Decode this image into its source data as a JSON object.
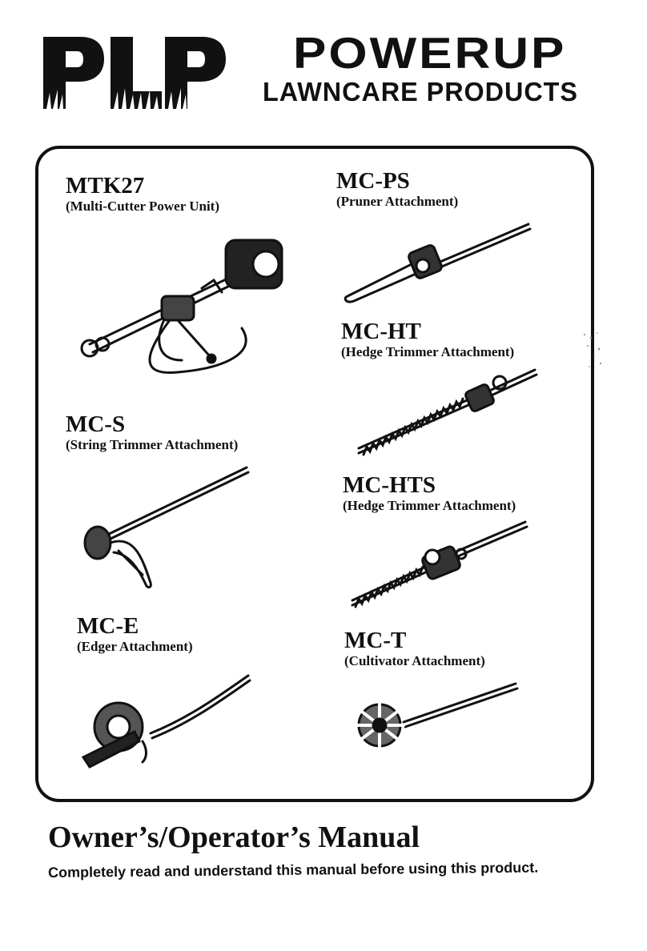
{
  "header": {
    "logo_text": "PLP",
    "brand_line1": "POWERUP",
    "brand_line2": "LAWNCARE PRODUCTS"
  },
  "products": [
    {
      "model": "MTK27",
      "description": "(Multi-Cutter Power Unit)",
      "icon": "power-unit-icon"
    },
    {
      "model": "MC-PS",
      "description": "(Pruner Attachment)",
      "icon": "pole-pruner-icon"
    },
    {
      "model": "MC-HT",
      "description": "(Hedge Trimmer Attachment)",
      "icon": "hedge-trimmer-icon"
    },
    {
      "model": "MC-S",
      "description": "(String Trimmer Attachment)",
      "icon": "string-trimmer-icon"
    },
    {
      "model": "MC-HTS",
      "description": "(Hedge Trimmer Attachment)",
      "icon": "short-hedge-trimmer-icon"
    },
    {
      "model": "MC-E",
      "description": "(Edger Attachment)",
      "icon": "edger-icon"
    },
    {
      "model": "MC-T",
      "description": "(Cultivator Attachment)",
      "icon": "cultivator-icon"
    }
  ],
  "footer": {
    "title": "Owner’s/Operator’s Manual",
    "warning": "Completely read and understand this manual before using this product."
  },
  "colors": {
    "ink": "#111111",
    "paper": "#ffffff"
  }
}
